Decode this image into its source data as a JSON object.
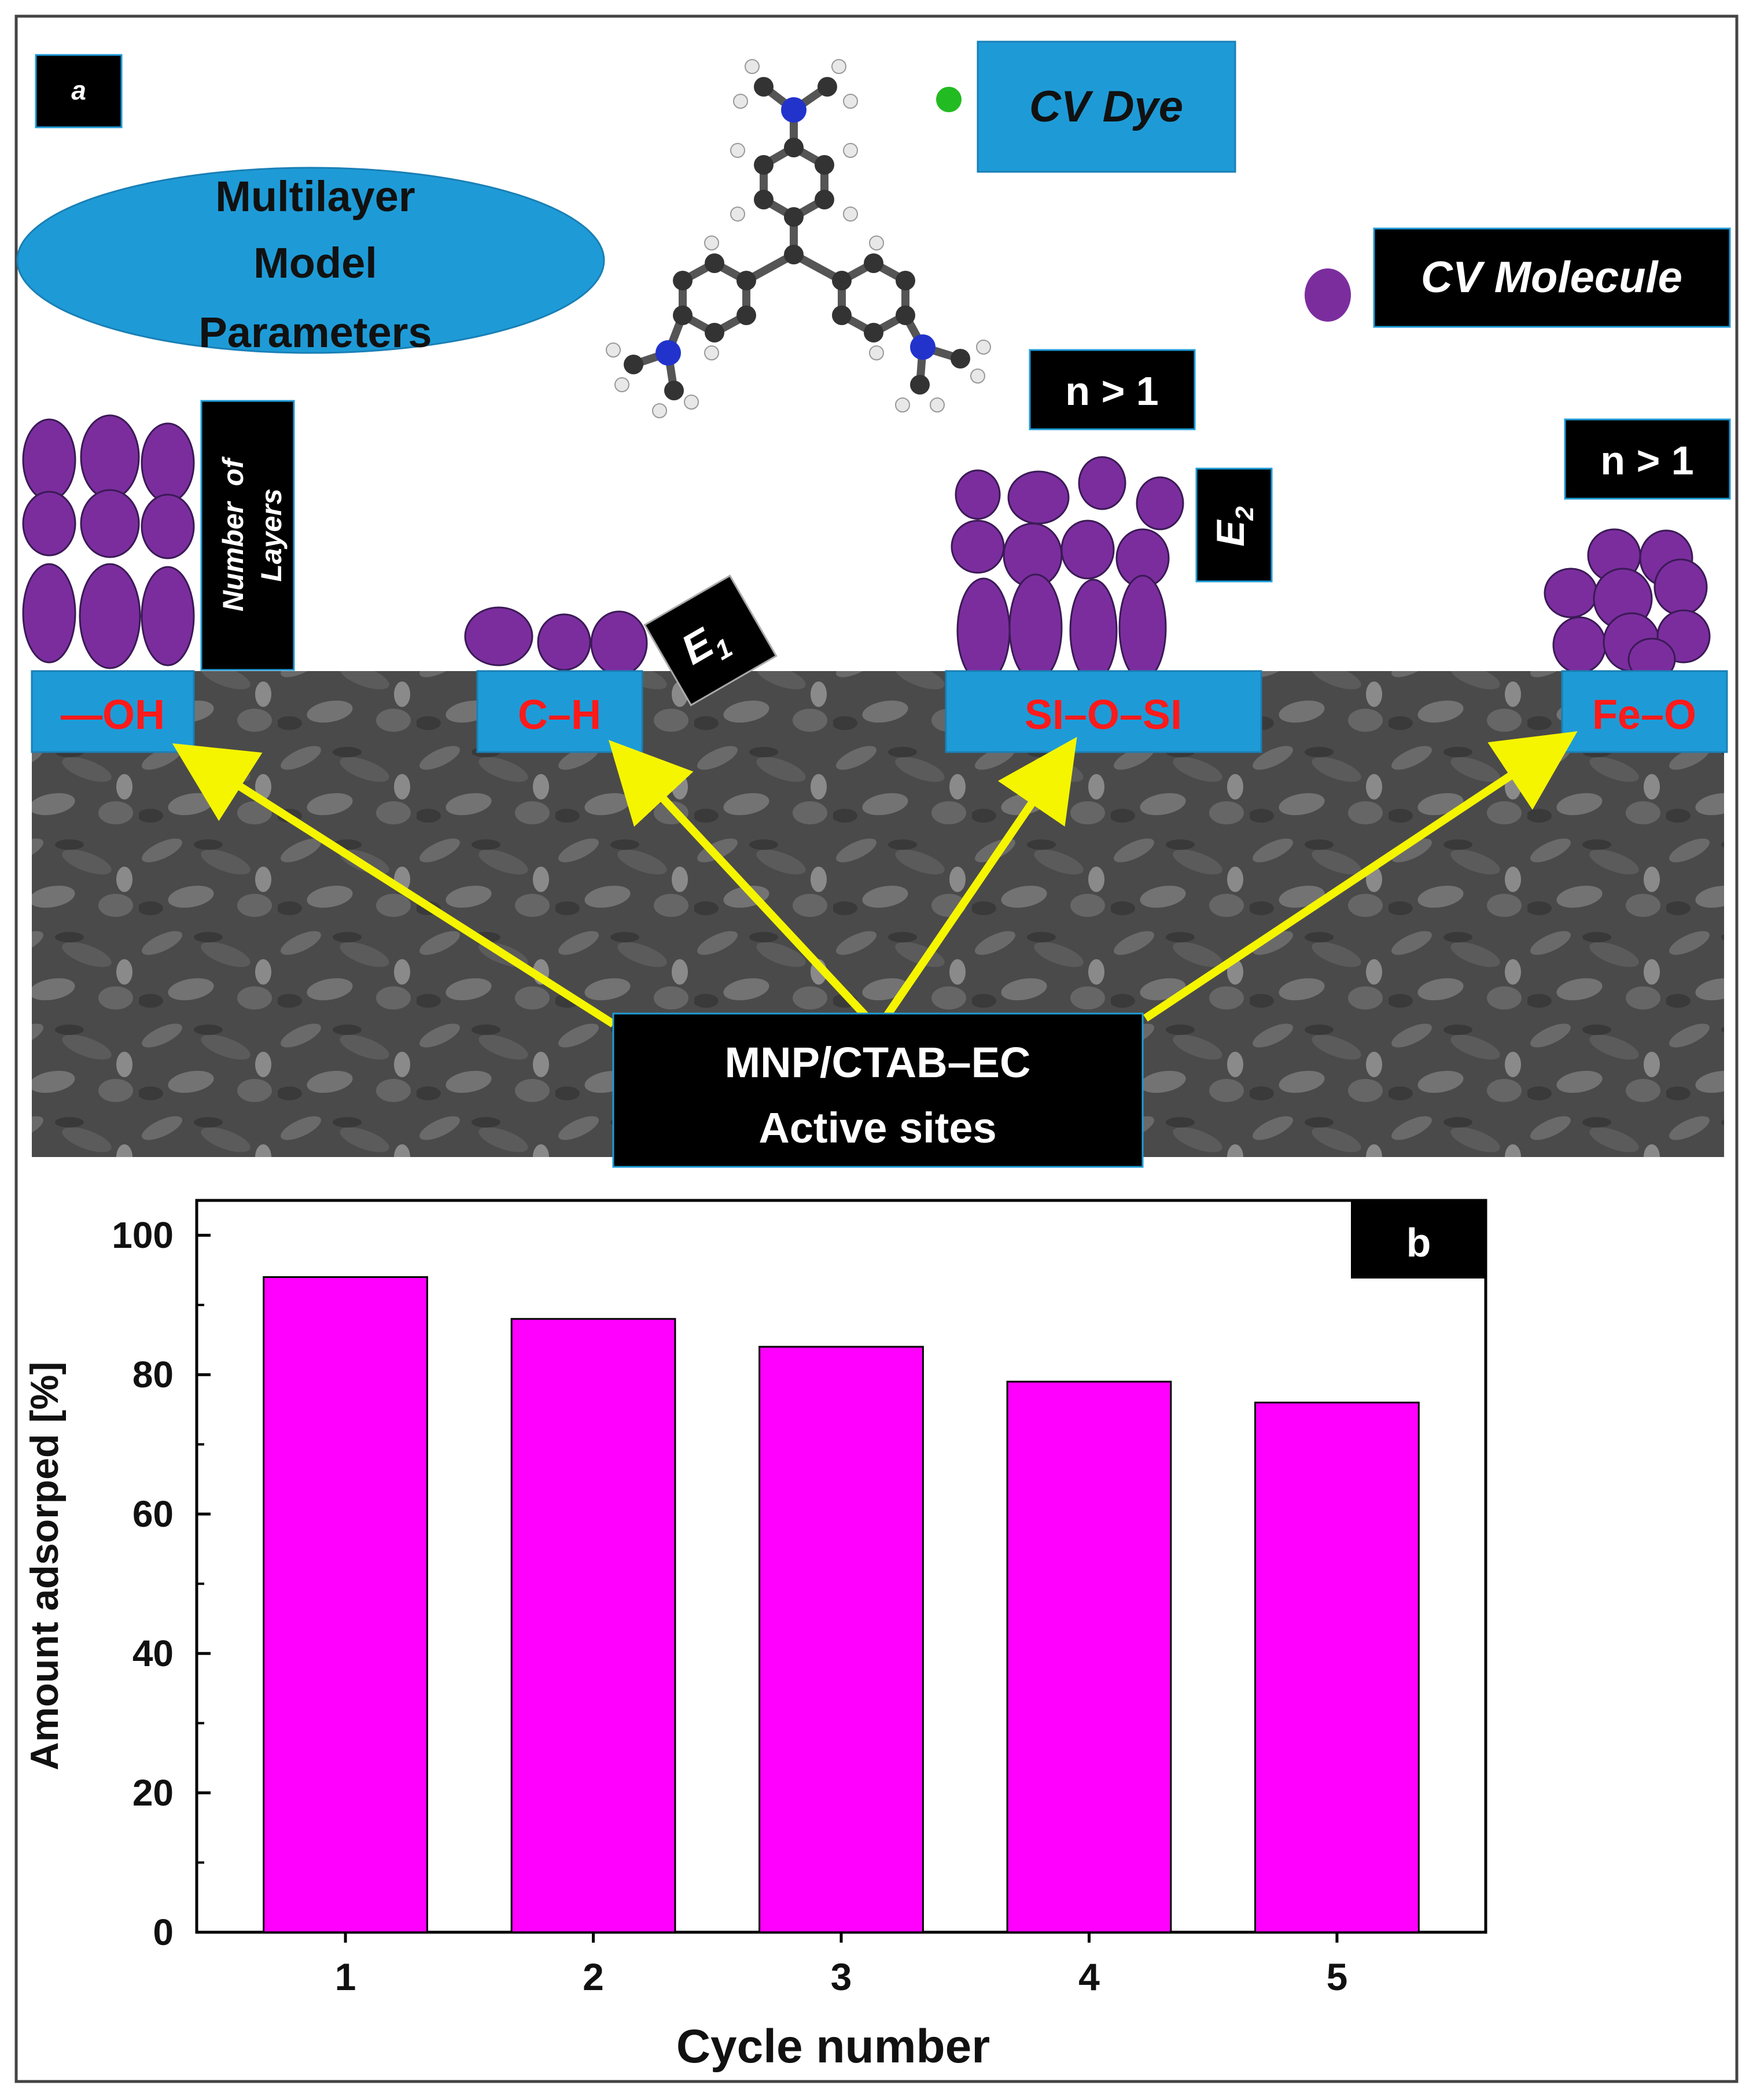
{
  "panel_a": {
    "panel_label": "a",
    "ellipse_label": [
      "Multilayer",
      "Model",
      "Parameters"
    ],
    "cv_dye_label": "CV Dye",
    "cv_molecule_label": "CV Molecule",
    "n_label_1": "n > 1",
    "n_label_2": "n > 1",
    "number_of_layers_label": [
      "Number  of",
      "Layers"
    ],
    "e1_label": "E",
    "e1_sub": "1",
    "e2_label": "E",
    "e2_sub": "2",
    "sites": [
      "—OH",
      "C–H",
      "SI–O–SI",
      "Fe–O"
    ],
    "active_sites_label": [
      "MNP/CTAB–EC",
      "Active sites"
    ],
    "colors": {
      "molecule": "#7b2d9e",
      "site_box": "#1e9bd7",
      "site_text": "#ff1a1a",
      "arrow": "#f5f500",
      "label_box": "#000000"
    }
  },
  "chart_data": {
    "type": "bar",
    "panel_label": "b",
    "categories": [
      "1",
      "2",
      "3",
      "4",
      "5"
    ],
    "values": [
      94,
      88,
      84,
      79,
      76
    ],
    "xlabel": "Cycle number",
    "ylabel": "Amount adsorped [%]",
    "ylim": [
      0,
      105
    ],
    "yticks": [
      0,
      20,
      40,
      60,
      80,
      100
    ],
    "bar_color": "#ff00ff",
    "grid": false
  }
}
